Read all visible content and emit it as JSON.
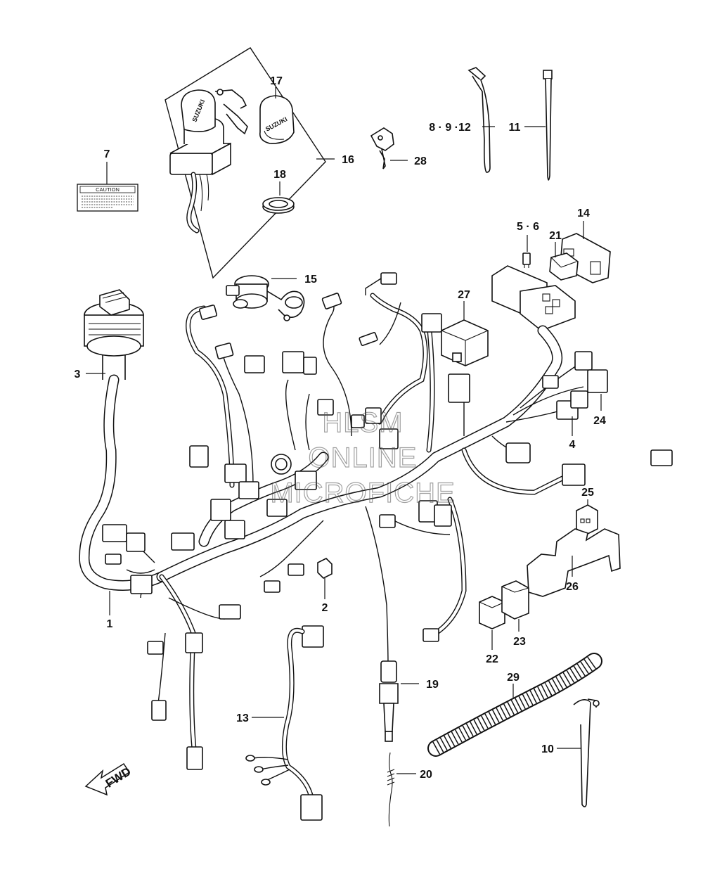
{
  "callouts": {
    "c1": "1",
    "c2": "2",
    "c3": "3",
    "c4": "4",
    "c5_6": "5 · 6",
    "c7": "7",
    "c8_9_12": "8 · 9 ·12",
    "c10": "10",
    "c11": "11",
    "c13": "13",
    "c14": "14",
    "c15": "15",
    "c16": "16",
    "c17": "17",
    "c18": "18",
    "c19": "19",
    "c20": "20",
    "c21": "21",
    "c22": "22",
    "c23": "23",
    "c24": "24",
    "c25": "25",
    "c26": "26",
    "c27": "27",
    "c28": "28",
    "c29": "29"
  },
  "label_7": {
    "heading": "CAUTION"
  },
  "key_cover_brand": "SUZUKI",
  "direction_arrow": "FWD",
  "watermark": {
    "line1": "HLSM",
    "line2": "ONLINE",
    "line3": "MICROFICHE"
  }
}
